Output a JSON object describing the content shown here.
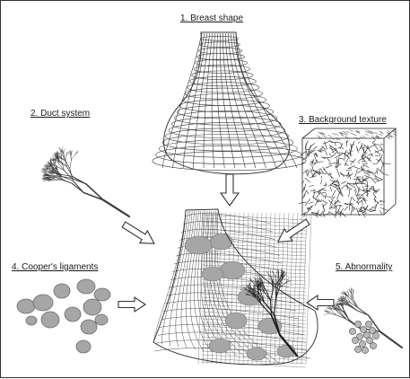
{
  "labels": {
    "breast_shape": "1. Breast shape",
    "duct_system": "2. Duct system",
    "background_texture": "3. Background texture",
    "coopers_ligaments": "4. Cooper's ligaments",
    "abnormality": "5. Abnormality"
  },
  "colors": {
    "line": "#3a3a3a",
    "dark": "#1e1e1e",
    "blob_fill": "#a6a6a6",
    "blob_stroke": "#6a6a6a",
    "arrow_fill": "#ffffff",
    "arrow_stroke": "#333333"
  }
}
